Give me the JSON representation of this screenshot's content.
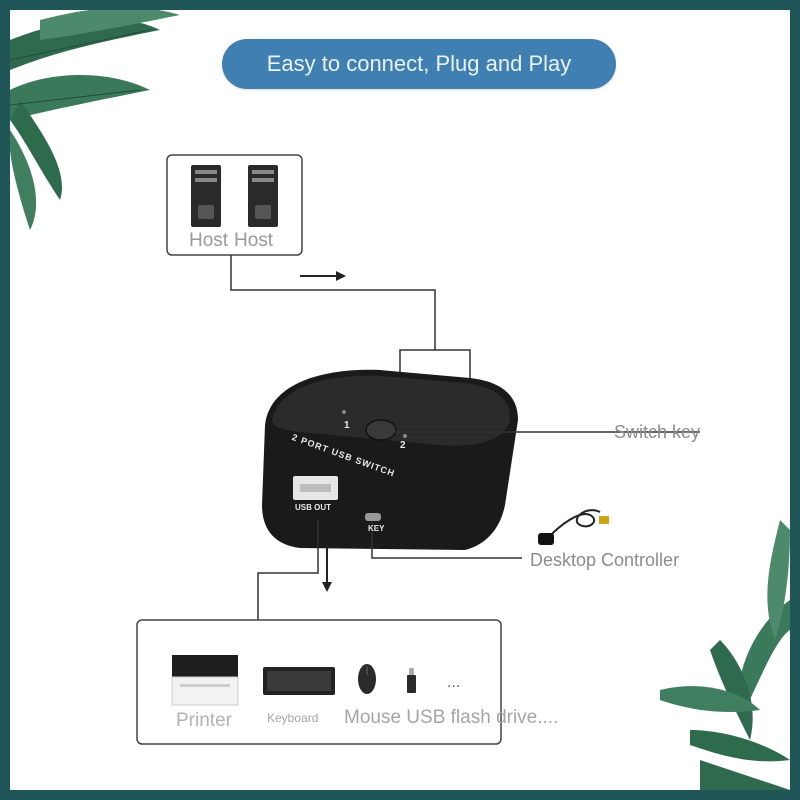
{
  "banner": {
    "text": "Easy to connect, Plug and Play"
  },
  "hosts": {
    "label_1": "Host",
    "label_2": "Host"
  },
  "switch": {
    "model_text": "2 PORT USB SWITCH",
    "port_1": "1",
    "port_2": "2",
    "usb_out": "USB OUT",
    "key": "KEY"
  },
  "callouts": {
    "switch_key": "Switch key",
    "desktop_controller": "Desktop Controller"
  },
  "devices": {
    "printer": "Printer",
    "keyboard": "Keyboard",
    "rest": "Mouse USB flash drive....",
    "more": "..."
  },
  "colors": {
    "frame": "#1f5556",
    "banner": "#3f7fb1",
    "banner_text": "#eaf3fb",
    "device_body": "#1c1c1c",
    "lines": "#333333"
  },
  "icons": [
    "leaf-top-left-icon",
    "leaf-bottom-right-icon",
    "pc-tower-icon",
    "arrow-right-icon",
    "arrow-down-icon",
    "printer-icon",
    "keyboard-icon",
    "mouse-icon",
    "usb-flash-drive-icon",
    "cable-icon"
  ]
}
